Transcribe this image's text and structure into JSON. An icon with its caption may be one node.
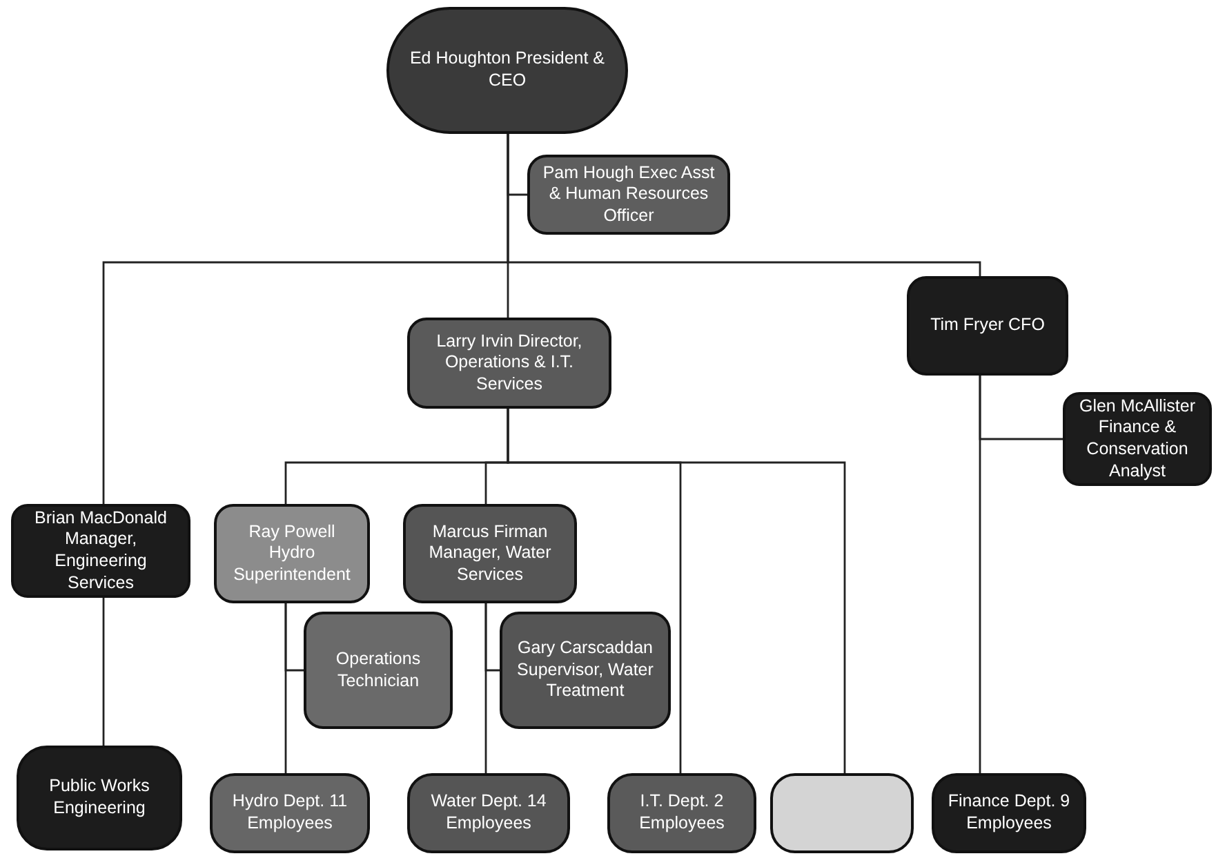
{
  "diagram": {
    "nodes": [
      {
        "text": [
          "Ed Houghton President & CEO"
        ]
      },
      {
        "text": [
          "Pam Hough Exec Asst & Human Resources Officer"
        ]
      },
      {
        "text": [
          "Larry Irvin Director, Operations & I.T. Services"
        ]
      },
      {
        "text": [
          "Tim Fryer CFO"
        ]
      },
      {
        "text": [
          "Glen McAllister Finance & Conservation Analyst"
        ]
      },
      {
        "text": [
          "Brian MacDonald Manager, Engineering Services"
        ]
      },
      {
        "text": [
          "Ray Powell Hydro Superintendent"
        ]
      },
      {
        "text": [
          "Marcus Firman Manager, Water Services"
        ]
      },
      {
        "text": [
          "Operations Technician"
        ]
      },
      {
        "text": [
          "Gary Carscaddan Supervisor, Water Treatment"
        ]
      },
      {
        "text": [
          "Public Works Engineering"
        ]
      },
      {
        "text": [
          "Hydro Dept. 11 Employees"
        ]
      },
      {
        "text": [
          "Water Dept. 14 Employees"
        ]
      },
      {
        "text": [
          "I.T. Dept. 2 Employees"
        ]
      },
      {
        "text": [],
        "shape": "box"
      },
      {
        "text": [
          "Finance Dept. 9 Employees"
        ]
      }
    ],
    "edges": [
      {
        "from": 0,
        "to": 1,
        "arrow": "none"
      },
      {
        "from": 0,
        "to": 5,
        "arrow": "none"
      },
      {
        "from": 0,
        "to": 2,
        "arrow": "none"
      },
      {
        "from": 0,
        "to": 3,
        "arrow": "none"
      },
      {
        "from": 3,
        "to": 4,
        "arrow": "none"
      },
      {
        "from": 3,
        "to": 15,
        "arrow": "none"
      },
      {
        "from": 2,
        "to": 6,
        "arrow": "none"
      },
      {
        "from": 2,
        "to": 7,
        "arrow": "none"
      },
      {
        "from": 2,
        "to": 13,
        "arrow": "none"
      },
      {
        "from": 2,
        "to": 14,
        "arrow": "none"
      },
      {
        "from": 5,
        "to": 10,
        "arrow": "none"
      },
      {
        "from": 6,
        "to": 8,
        "arrow": "none"
      },
      {
        "from": 6,
        "to": 11,
        "arrow": "none"
      },
      {
        "from": 7,
        "to": 9,
        "arrow": "none"
      },
      {
        "from": 7,
        "to": 12,
        "arrow": "none"
      }
    ]
  }
}
